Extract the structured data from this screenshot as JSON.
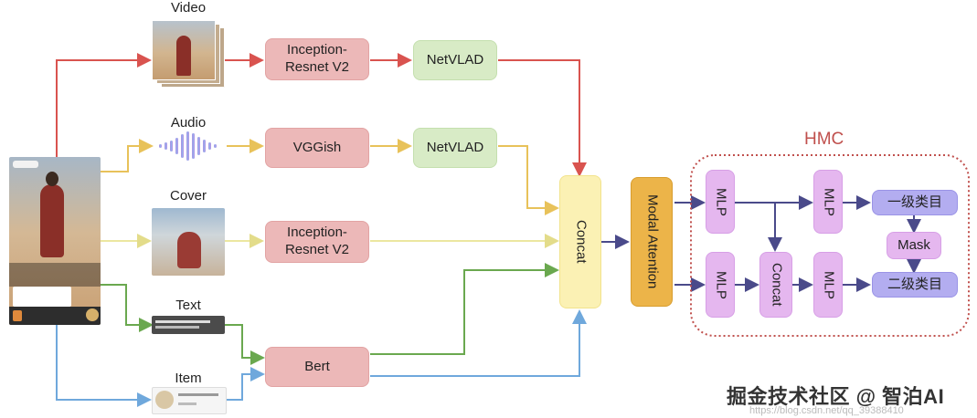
{
  "inputs": {
    "video": "Video",
    "audio": "Audio",
    "cover": "Cover",
    "text": "Text",
    "item": "Item"
  },
  "blocks": {
    "inception_video": "Inception-\nResnet V2",
    "netvlad_video": "NetVLAD",
    "vggish": "VGGish",
    "netvlad_audio": "NetVLAD",
    "inception_cover": "Inception-\nResnet V2",
    "bert": "Bert",
    "concat_main": "Concat",
    "modal_attention": "Modal Attention"
  },
  "hmc": {
    "title": "HMC",
    "mlp_top_left": "MLP",
    "mlp_top_right": "MLP",
    "mlp_bottom_left": "MLP",
    "concat": "Concat",
    "mlp_bottom_right": "MLP",
    "level1": "一级类目",
    "mask": "Mask",
    "level2": "二级类目"
  },
  "watermark": {
    "text": "掘金技术社区 @ 智泊AI",
    "url": "https://blog.csdn.net/qq_39388410"
  },
  "colors": {
    "video_line": "#d9534f",
    "audio_line": "#e8c25a",
    "cover_line": "#ece7a0",
    "text_line": "#6aa84f",
    "item_line": "#6fa8dc",
    "hmc_arrow": "#4a4a8a",
    "hmc_border": "#c0504d"
  }
}
